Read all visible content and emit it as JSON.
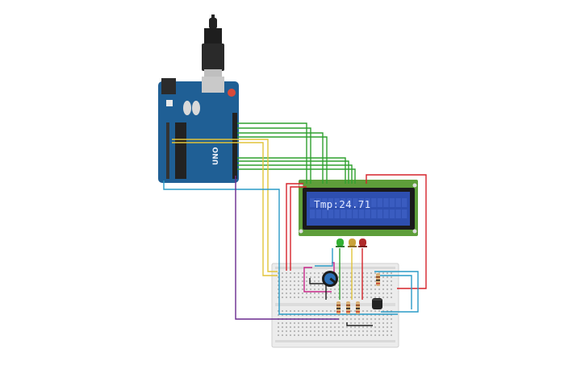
{
  "canvas": {
    "background": "#ffffff"
  },
  "arduino": {
    "board_label": "UNO",
    "board_color": "#1f5f95"
  },
  "lcd": {
    "text": "Tmp:24.71",
    "frame_color": "#5e9e3a",
    "screen_color": "#2e4fb0"
  },
  "leds": [
    {
      "color_name": "green",
      "color": "#32b032"
    },
    {
      "color_name": "yellow",
      "color": "#c9a33a"
    },
    {
      "color_name": "red",
      "color": "#b02a2a"
    }
  ],
  "wire_colors": {
    "green": "#2fa02f",
    "yellow": "#e2c43a",
    "red": "#d6232a",
    "blue": "#2a9bc7",
    "purple": "#6a2a8e",
    "magenta": "#c8288a"
  },
  "icons": {
    "potentiometer": "potentiometer-icon",
    "temperature_sensor": "temperature-sensor-icon",
    "usb_cable": "usb-cable-icon"
  }
}
